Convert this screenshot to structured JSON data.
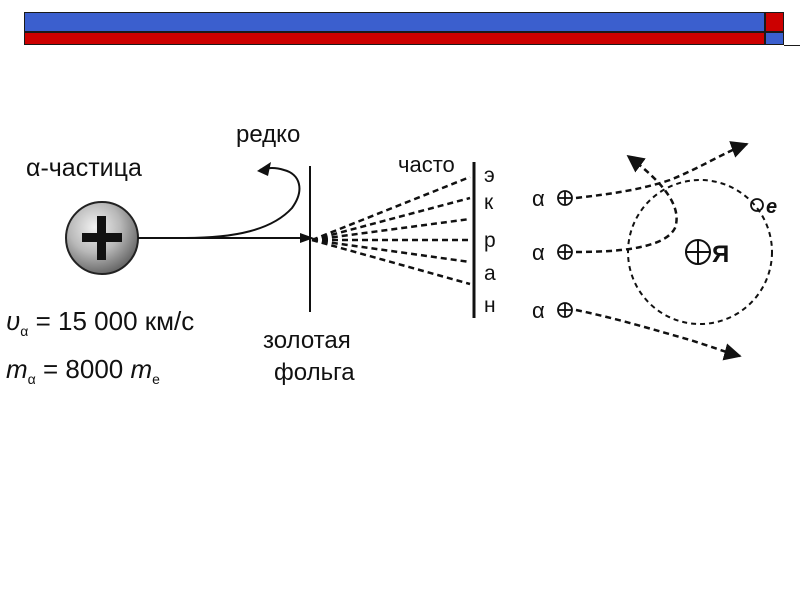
{
  "header": {
    "colors": {
      "blue": "#3b5fce",
      "red": "#cc0000"
    }
  },
  "left": {
    "particle_label": "α-частица",
    "velocity_symbol": "υ",
    "velocity_sub": "α",
    "velocity_value": " = 15 000 км/с",
    "mass_symbol": "m",
    "mass_sub": "α",
    "mass_value": " = 8000 ",
    "mass_unit_symbol": "m",
    "mass_unit_sub": "e"
  },
  "center": {
    "rarely": "редко",
    "often": "часто",
    "screen_letters": [
      "э",
      "к",
      "р",
      "а",
      "н"
    ],
    "foil_line1": "золотая",
    "foil_line2": "фольга"
  },
  "right": {
    "alpha_labels": [
      "α",
      "α",
      "α"
    ],
    "nucleus_label": "Я",
    "electron_label": "e"
  }
}
